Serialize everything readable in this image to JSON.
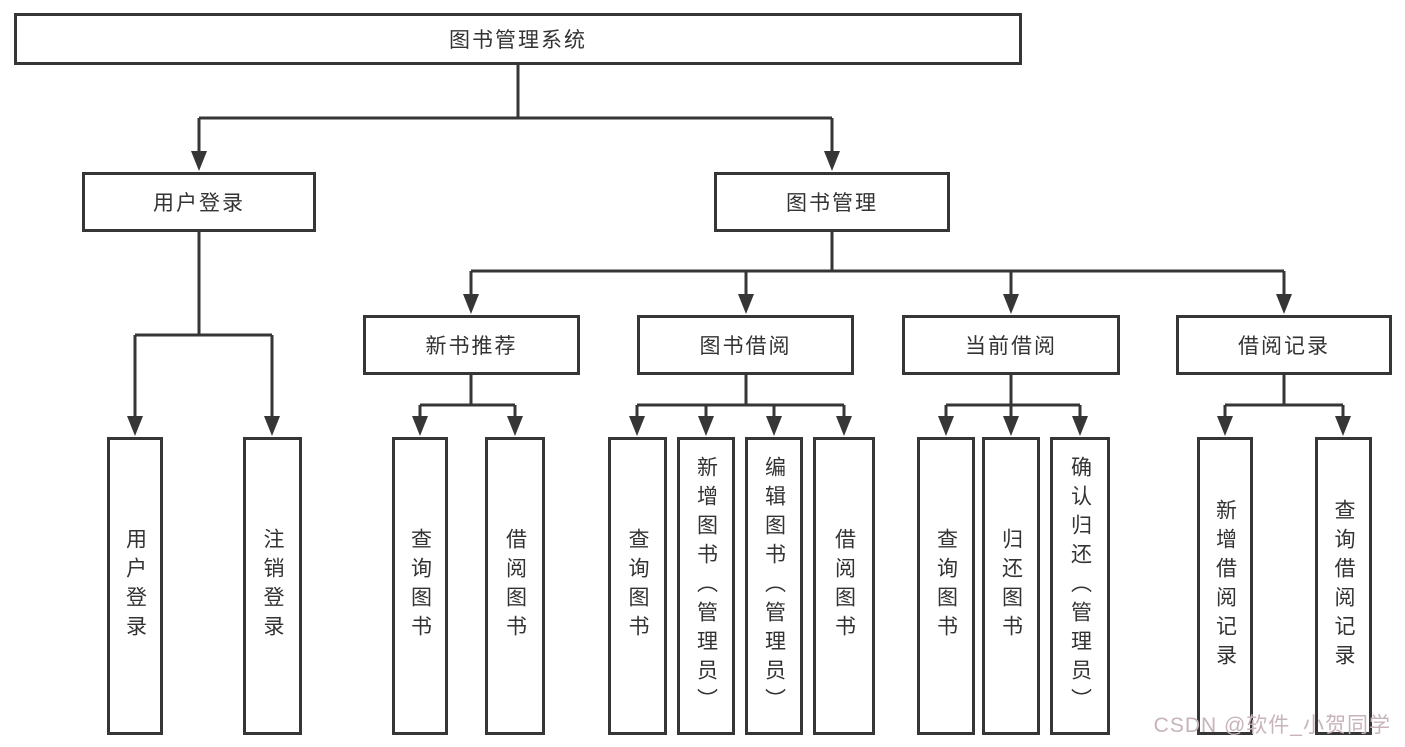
{
  "diagram": {
    "title": "图书管理系统",
    "watermark": "CSDN @软件_小贺同学",
    "colors": {
      "line": "#363636",
      "box_border": "#363636",
      "text": "#333333",
      "watermark": "#c7b3b8",
      "background": "#ffffff"
    },
    "tree": {
      "label": "图书管理系统",
      "children": [
        {
          "label": "用户登录",
          "children": [
            {
              "label": "用户登录"
            },
            {
              "label": "注销登录"
            }
          ]
        },
        {
          "label": "图书管理",
          "children": [
            {
              "label": "新书推荐",
              "children": [
                {
                  "label": "查询图书"
                },
                {
                  "label": "借阅图书"
                }
              ]
            },
            {
              "label": "图书借阅",
              "children": [
                {
                  "label": "查询图书"
                },
                {
                  "label": "新增图书（管理员）"
                },
                {
                  "label": "编辑图书（管理员）"
                },
                {
                  "label": "借阅图书"
                }
              ]
            },
            {
              "label": "当前借阅",
              "children": [
                {
                  "label": "查询图书"
                },
                {
                  "label": "归还图书"
                },
                {
                  "label": "确认归还（管理员）"
                }
              ]
            },
            {
              "label": "借阅记录",
              "children": [
                {
                  "label": "新增借阅记录"
                },
                {
                  "label": "查询借阅记录"
                }
              ]
            }
          ]
        }
      ]
    }
  }
}
